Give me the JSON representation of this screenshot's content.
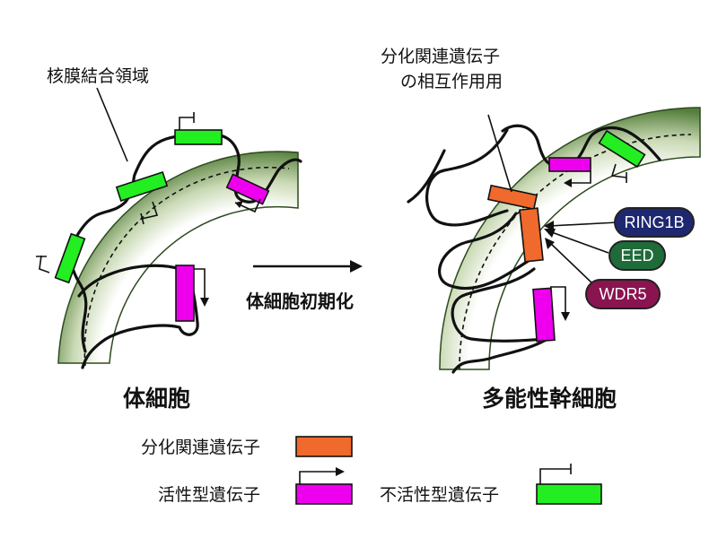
{
  "somatic": {
    "title": "体細胞",
    "nuclear_label": "核膜結合領域"
  },
  "pluripotent": {
    "title": "多能性幹細胞",
    "interaction_label_1": "分化関連遺伝子",
    "interaction_label_2": "の相互作用用"
  },
  "reprogramming_label": "体細胞初期化",
  "proteins": [
    {
      "label": "RING1B",
      "color": "#1e2870"
    },
    {
      "label": "EED",
      "color": "#1f6b3a"
    },
    {
      "label": "WDR5",
      "color": "#8a1450"
    }
  ],
  "legend": {
    "differentiation": "分化関連遺伝子",
    "active": "活性型遺伝子",
    "inactive": "不活性型遺伝子"
  },
  "colors": {
    "differentiation": "#ef6a2c",
    "active": "#ee00ee",
    "inactive": "#22ee22",
    "lamina": "#4a7a2e"
  }
}
